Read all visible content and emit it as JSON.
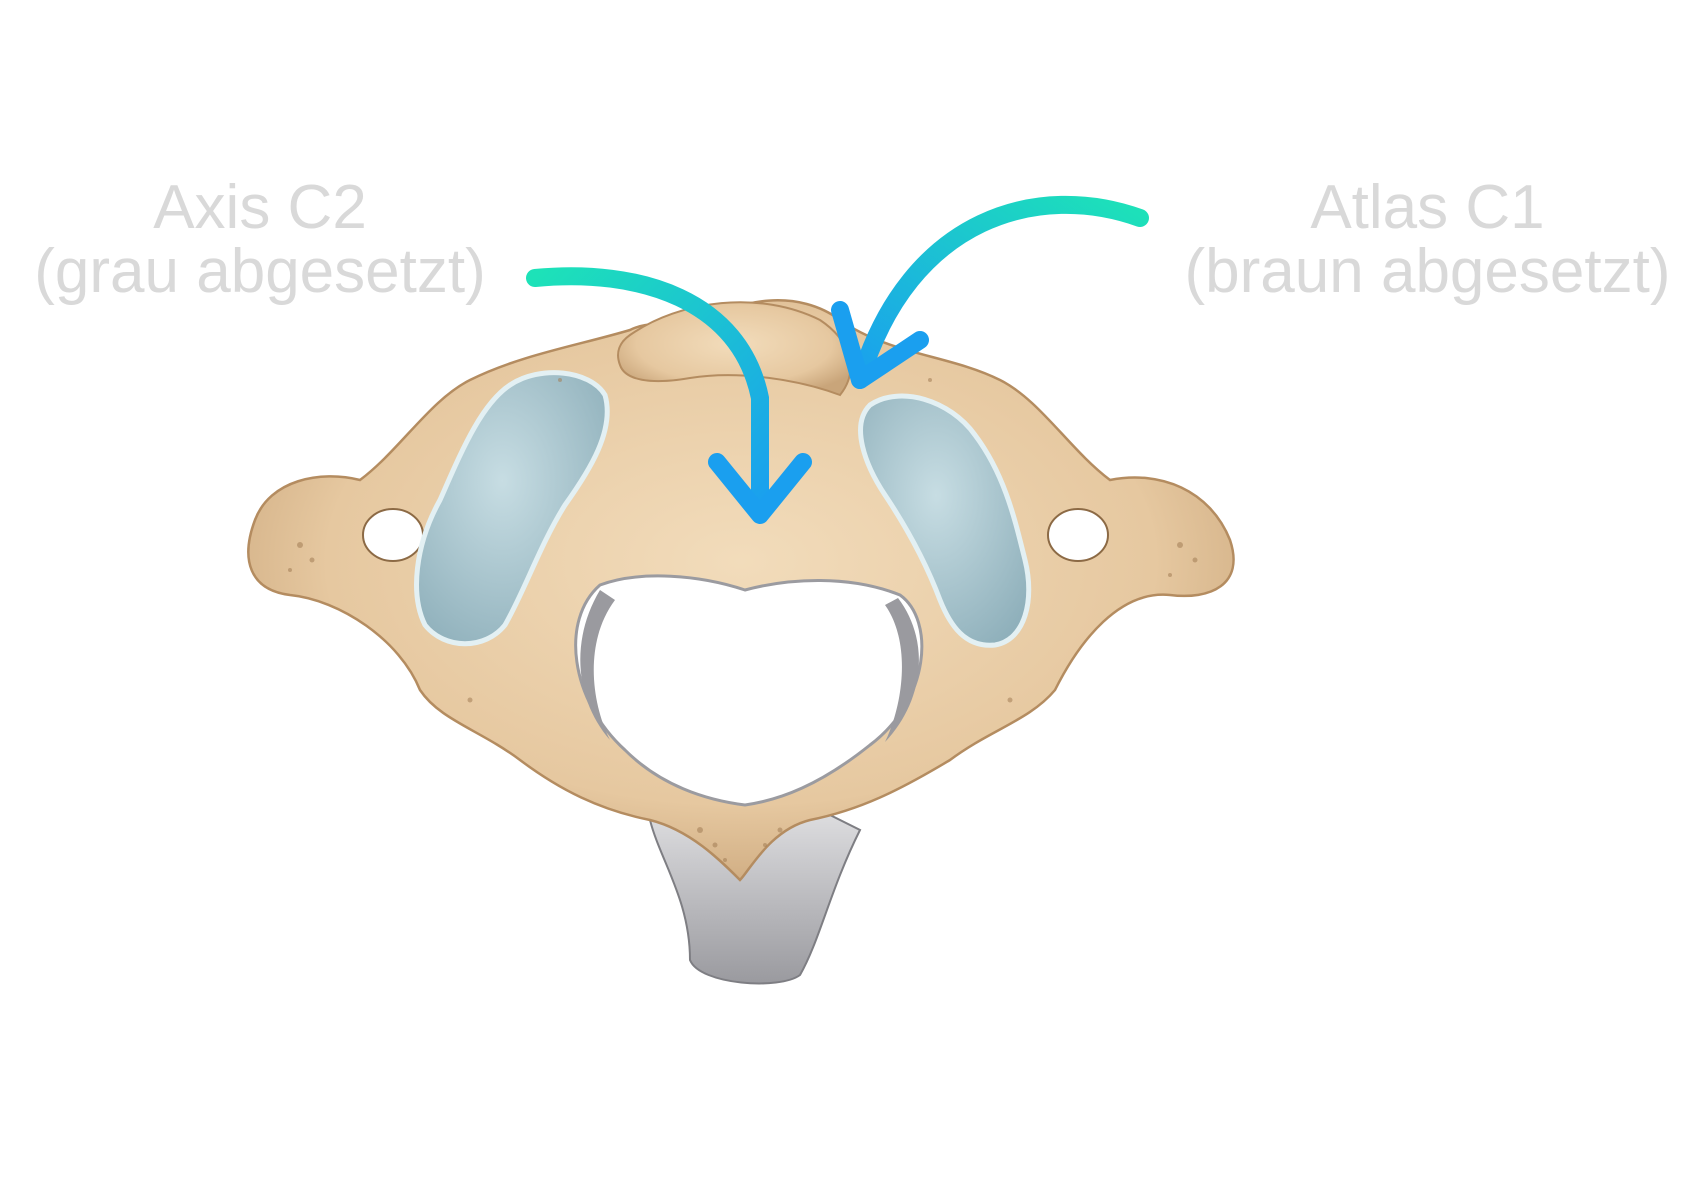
{
  "labels": {
    "axis": {
      "title": "Axis C2",
      "subtitle": "(grau abgesetzt)"
    },
    "atlas": {
      "title": "Atlas C1",
      "subtitle": "(braun abgesetzt)"
    }
  },
  "colors": {
    "label_text": "#d9d9d9",
    "arrow_start": "#1de2b8",
    "arrow_end": "#1a9fef",
    "atlas_bone": "#e9cda6",
    "atlas_bone_shadow": "#c9a57a",
    "axis_bone": "#cfcfd2",
    "axis_bone_shadow": "#8f8f94",
    "facet": "#a9c6cf",
    "facet_rim": "#dfeef1"
  },
  "icons": {
    "arrow_axis": "curved-arrow-down-icon",
    "arrow_atlas": "curved-arrow-down-left-icon"
  }
}
